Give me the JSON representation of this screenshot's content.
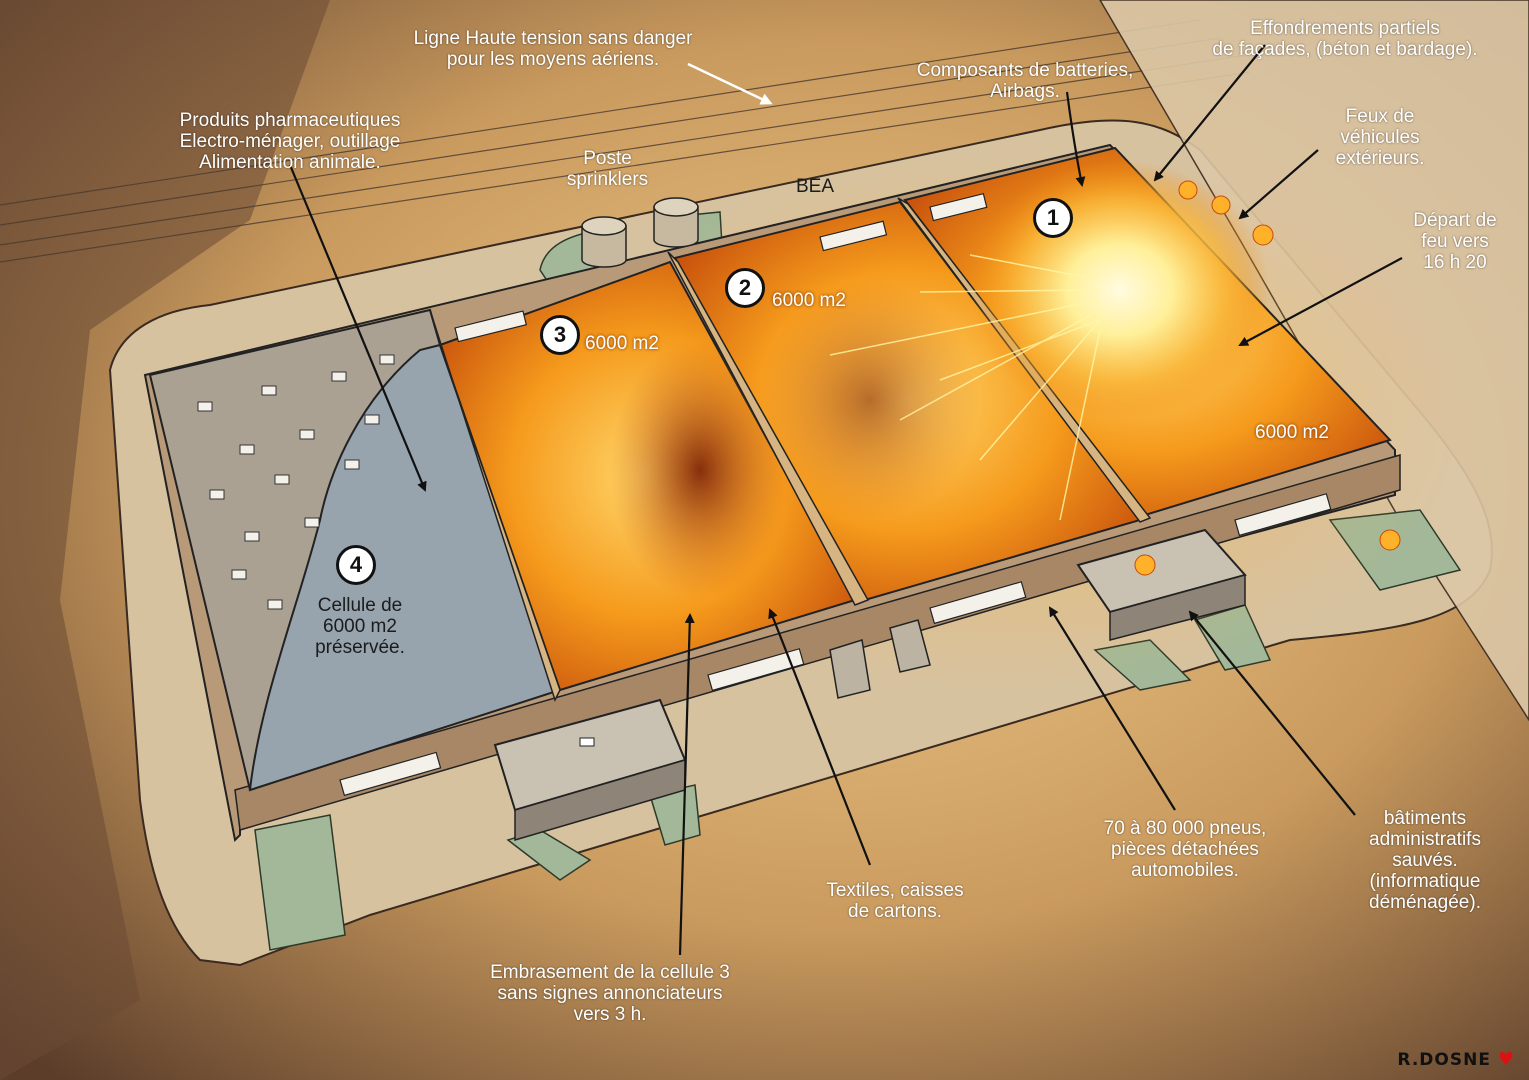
{
  "labels": {
    "ligne": "Ligne Haute tension sans danger\npour les moyens aériens.",
    "effondrements": "Effondrements partiels\nde façades, (béton et bardage).",
    "composants": "Composants de batteries,\nAirbags.",
    "feux_vehicules": "Feux de\nvéhicules\nextérieurs.",
    "depart_feu": "Départ de\nfeu vers\n16 h 20",
    "produits": "Produits pharmaceutiques\nElectro-ménager, outillage\nAlimentation animale.",
    "poste_sprinklers": "Poste\nsprinklers",
    "bea": "BEA",
    "cellule4": "Cellule de\n6000 m2\npréservée.",
    "pneus": "70 à 80 000 pneus,\npièces détachées\nautomobiles.",
    "batiments_admin": "bâtiments\nadministratifs\nsauvés.\n(informatique\ndéménagée).",
    "textiles": "Textiles, caisses\nde cartons.",
    "embrasement": "Embrasement de la cellule 3\nsans signes annonciateurs\nvers 3 h."
  },
  "cells": [
    {
      "number": "1",
      "area": "6000 m2"
    },
    {
      "number": "2",
      "area": "6000 m2"
    },
    {
      "number": "3",
      "area": "6000 m2"
    },
    {
      "number": "4"
    }
  ],
  "signature": {
    "text": "R.DOSNE",
    "heart": "♥"
  },
  "colors": {
    "fire": "#f7a21a",
    "fire_core": "#fff4a8",
    "ground": "#c9b18c",
    "preserved": "#9aa6b0",
    "lawn": "#9fb89a"
  }
}
